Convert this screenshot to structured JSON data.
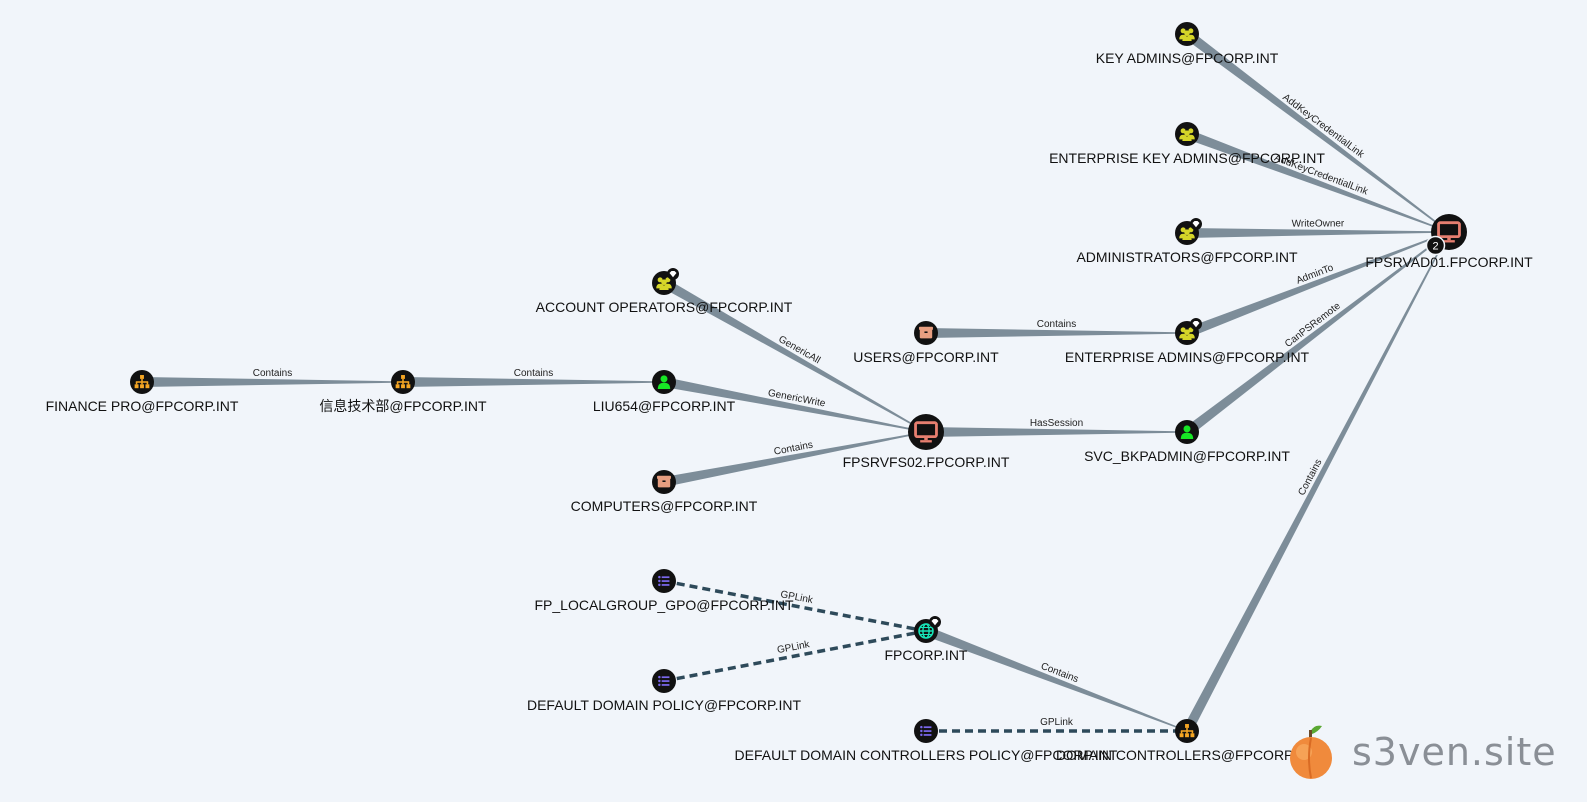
{
  "graph": {
    "nodes": [
      {
        "id": "key_admins",
        "label": "KEY ADMINS@FPCORP.INT",
        "type": "group",
        "color": "#d6d629"
      },
      {
        "id": "ent_key_admins",
        "label": "ENTERPRISE KEY ADMINS@FPCORP.INT",
        "type": "group",
        "color": "#d6d629"
      },
      {
        "id": "administrators",
        "label": "ADMINISTRATORS@FPCORP.INT",
        "type": "group",
        "color": "#d6d629",
        "highvalue": true
      },
      {
        "id": "ent_admins",
        "label": "ENTERPRISE ADMINS@FPCORP.INT",
        "type": "group",
        "color": "#d6d629",
        "highvalue": true
      },
      {
        "id": "fpsrvad01",
        "label": "FPSRVAD01.FPCORP.INT",
        "type": "computer",
        "color": "#e77f70",
        "badge": "2"
      },
      {
        "id": "users",
        "label": "USERS@FPCORP.INT",
        "type": "container",
        "color": "#e79e80"
      },
      {
        "id": "svc_bkpadmin",
        "label": "SVC_BKPADMIN@FPCORP.INT",
        "type": "user",
        "color": "#17e625"
      },
      {
        "id": "account_ops",
        "label": "ACCOUNT OPERATORS@FPCORP.INT",
        "type": "group",
        "color": "#d6d629",
        "highvalue": true
      },
      {
        "id": "liu654",
        "label": "LIU654@FPCORP.INT",
        "type": "user",
        "color": "#17e625"
      },
      {
        "id": "finance",
        "label": "FINANCE PRO@FPCORP.INT",
        "type": "ou",
        "color": "#f5a623"
      },
      {
        "id": "itdept",
        "label": "信息技术部@FPCORP.INT",
        "type": "ou",
        "color": "#f5a623"
      },
      {
        "id": "computers",
        "label": "COMPUTERS@FPCORP.INT",
        "type": "container",
        "color": "#e79e80"
      },
      {
        "id": "fpsrvfs02",
        "label": "FPSRVFS02.FPCORP.INT",
        "type": "computer",
        "color": "#e77f70"
      },
      {
        "id": "fp_localgroup_gpo",
        "label": "FP_LOCALGROUP_GPO@FPCORP.INT",
        "type": "gpo",
        "color": "#7b68ee"
      },
      {
        "id": "default_domain_policy",
        "label": "DEFAULT DOMAIN POLICY@FPCORP.INT",
        "type": "gpo",
        "color": "#7b68ee"
      },
      {
        "id": "fpcorp",
        "label": "FPCORP.INT",
        "type": "domain",
        "color": "#17e6b9",
        "highvalue": true
      },
      {
        "id": "ddc_policy",
        "label": "DEFAULT DOMAIN CONTROLLERS POLICY@FPCORP.INT",
        "type": "gpo",
        "color": "#7b68ee"
      },
      {
        "id": "domain_controllers",
        "label": "DOMAIN CONTROLLERS@FPCORP.INT",
        "type": "ou",
        "color": "#f5a623"
      }
    ],
    "edges": [
      {
        "source": "key_admins",
        "target": "fpsrvad01",
        "label": "AddKeyCredentialLink",
        "style": "solid"
      },
      {
        "source": "ent_key_admins",
        "target": "fpsrvad01",
        "label": "AddKeyCredentialLink",
        "style": "solid"
      },
      {
        "source": "administrators",
        "target": "fpsrvad01",
        "label": "WriteOwner",
        "style": "solid"
      },
      {
        "source": "ent_admins",
        "target": "fpsrvad01",
        "label": "AdminTo",
        "style": "solid"
      },
      {
        "source": "svc_bkpadmin",
        "target": "fpsrvad01",
        "label": "CanPSRemote",
        "style": "solid"
      },
      {
        "source": "domain_controllers",
        "target": "fpsrvad01",
        "label": "Contains",
        "style": "solid"
      },
      {
        "source": "users",
        "target": "ent_admins",
        "label": "Contains",
        "style": "solid"
      },
      {
        "source": "finance",
        "target": "itdept",
        "label": "Contains",
        "style": "solid"
      },
      {
        "source": "itdept",
        "target": "liu654",
        "label": "Contains",
        "style": "solid"
      },
      {
        "source": "account_ops",
        "target": "fpsrvfs02",
        "label": "GenericAll",
        "style": "solid"
      },
      {
        "source": "liu654",
        "target": "fpsrvfs02",
        "label": "GenericWrite",
        "style": "solid"
      },
      {
        "source": "computers",
        "target": "fpsrvfs02",
        "label": "Contains",
        "style": "solid"
      },
      {
        "source": "fpsrvfs02",
        "target": "svc_bkpadmin",
        "label": "HasSession",
        "style": "solid"
      },
      {
        "source": "fp_localgroup_gpo",
        "target": "fpcorp",
        "label": "GPLink",
        "style": "dashed"
      },
      {
        "source": "default_domain_policy",
        "target": "fpcorp",
        "label": "GPLink",
        "style": "dashed"
      },
      {
        "source": "fpcorp",
        "target": "domain_controllers",
        "label": "Contains",
        "style": "solid"
      },
      {
        "source": "ddc_policy",
        "target": "domain_controllers",
        "label": "GPLink",
        "style": "dashed"
      }
    ]
  },
  "colors": {
    "background": "#f1f5fa",
    "edge": "#7d8d99",
    "gplink_edge": "#2e4a5a",
    "node_fill": "#111111"
  },
  "watermark": {
    "text": "s3ven.site",
    "icon": "peach-icon"
  }
}
